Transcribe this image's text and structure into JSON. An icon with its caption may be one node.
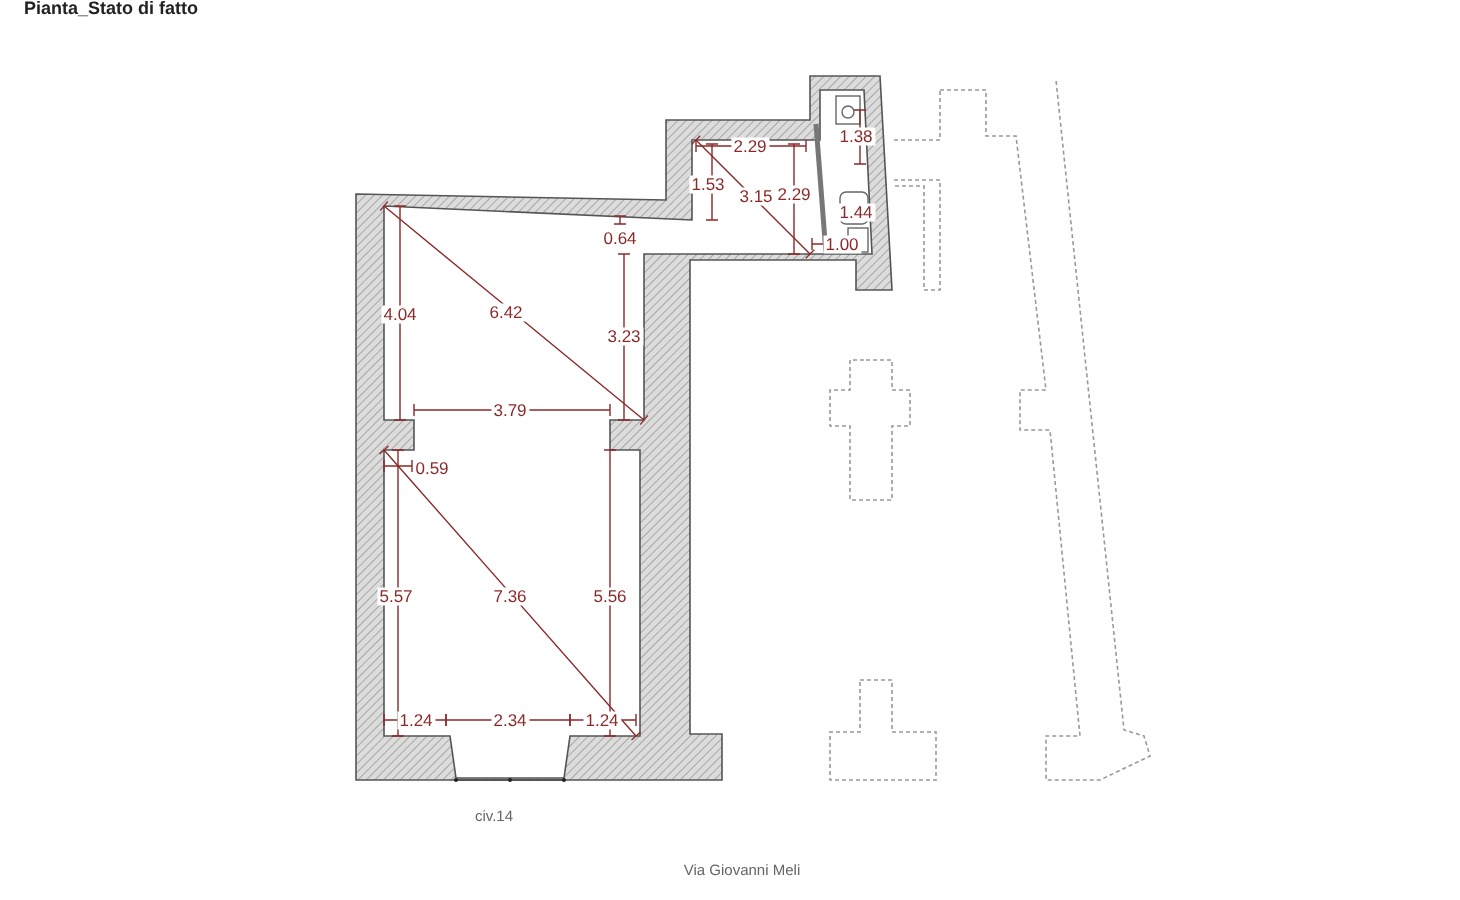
{
  "diagram": {
    "title": "Pianta_Stato di fatto",
    "labels": [
      "1.38",
      "2.29",
      "1.53",
      "3.15",
      "2.29",
      "1.44",
      "0.64",
      "1.00",
      "4.04",
      "6.42",
      "3.23",
      "3.79",
      "0.59",
      "5.57",
      "7.36",
      "5.56",
      "1.24",
      "2.34",
      "1.24",
      "civ.14",
      "Via Giovanni Meli"
    ]
  }
}
